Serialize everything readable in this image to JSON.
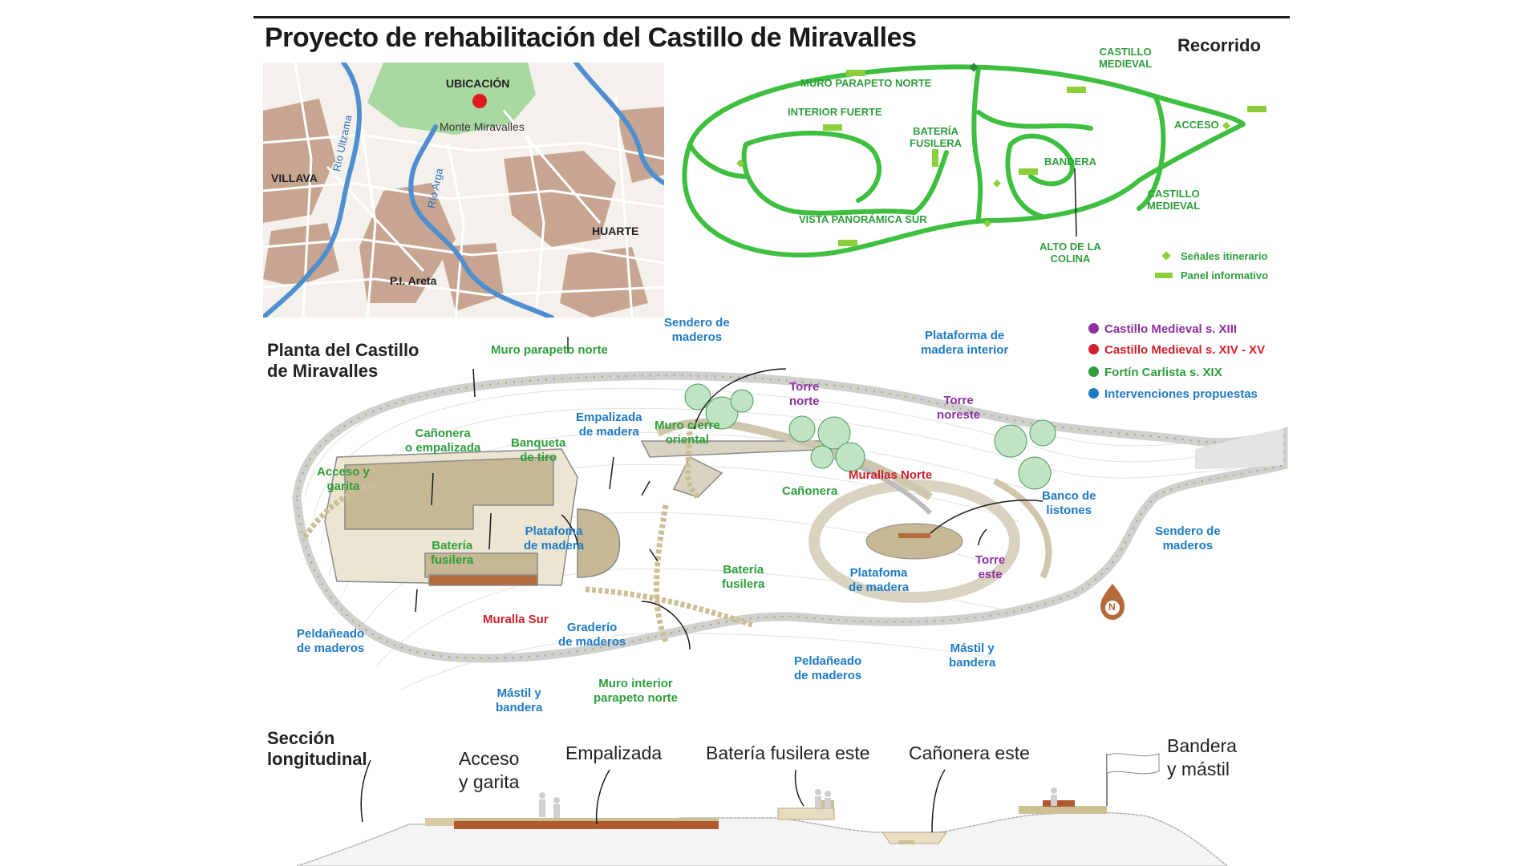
{
  "title": "Proyecto de rehabilitación del Castillo de Miravalles",
  "location_map": {
    "ubicacion": "UBICACIÓN",
    "monte": "Monte Miravalles",
    "villava": "VILLAVA",
    "huarte": "HUARTE",
    "areta": "P.I. Areta",
    "rio_ultzama": "Río Ultzama",
    "rio_arga": "Río Arga"
  },
  "route": {
    "title": "Recorrido",
    "labels": {
      "castillo_medieval_1": "CASTILLO\nMEDIEVAL",
      "muro_parapeto_norte": "MURO PARAPETO NORTE",
      "interior_fuerte": "INTERIOR FUERTE",
      "bateria_fusilera": "BATERÍA\nFUSILERA",
      "bandera": "BANDERA",
      "acceso": "ACCESO",
      "castillo_medieval_2": "CASTILLO\nMEDIEVAL",
      "vista_panoramica_sur": "VISTA PANORÁMICA SUR",
      "alto_colina": "ALTO DE LA\nCOLINA"
    },
    "legend": {
      "senales": "Señales itinerario",
      "panel": "Panel informativo"
    }
  },
  "plan": {
    "title": "Planta del Castillo\nde Miravalles",
    "legend": [
      {
        "label": "Castillo Medieval s. XIII",
        "color": "#8e2fa1"
      },
      {
        "label": "Castillo Medieval s. XIV - XV",
        "color": "#d0202a"
      },
      {
        "label": "Fortín Carlista s. XIX",
        "color": "#2e9e3b"
      },
      {
        "label": "Intervenciones propuestas",
        "color": "#1f7ac4"
      }
    ],
    "labels": {
      "sendero_maderos_1": "Sendero de\nmaderos",
      "muro_parapeto_norte": "Muro parapeto norte",
      "plataforma_madera_interior": "Plataforma de\nmadera interior",
      "torre_norte": "Torre\nnorte",
      "torre_noreste": "Torre\nnoreste",
      "canonera_empalizada": "Cañonera\no empalizada",
      "empalizada_madera": "Empalizada\nde madera",
      "muro_cierre_oriental": "Muro cierre\noriental",
      "banqueta_tiro": "Banqueta\nde tiro",
      "acceso_garita": "Acceso y\ngarita",
      "canonera": "Cañonera",
      "murallas_norte": "Murallas Norte",
      "banco_listones": "Banco de\nlistones",
      "sendero_maderos_2": "Sendero de\nmaderos",
      "plataforma_madera_1": "Platafoma\nde madera",
      "bateria_fusilera_1": "Batería\nfusilera",
      "bateria_fusilera_2": "Batería\nfusilera",
      "plataforma_madera_2": "Platafoma\nde madera",
      "torre_este": "Torre\neste",
      "peldaneado_1": "Peldañeado\nde maderos",
      "muralla_sur": "Muralla Sur",
      "graderio": "Graderío\nde maderos",
      "peldaneado_2": "Peldañeado\nde maderos",
      "mastil_1": "Mástil y\nbandera",
      "mastil_2": "Mástil y\nbandera",
      "muro_interior": "Muro interior\nparapeto norte",
      "north": "N"
    }
  },
  "section": {
    "title": "Sección\nlongitudinal",
    "labels": {
      "acceso": "Acceso\ny garita",
      "empalizada": "Empalizada",
      "bateria": "Batería fusilera este",
      "canonera": "Cañonera este",
      "bandera": "Bandera\ny mástil"
    }
  },
  "colors": {
    "route_green": "#3fbf3f",
    "panel_green": "#8ccf3a",
    "wall": "#c9c9c9",
    "wood": "#cdbf95",
    "brick": "#b05a32"
  }
}
